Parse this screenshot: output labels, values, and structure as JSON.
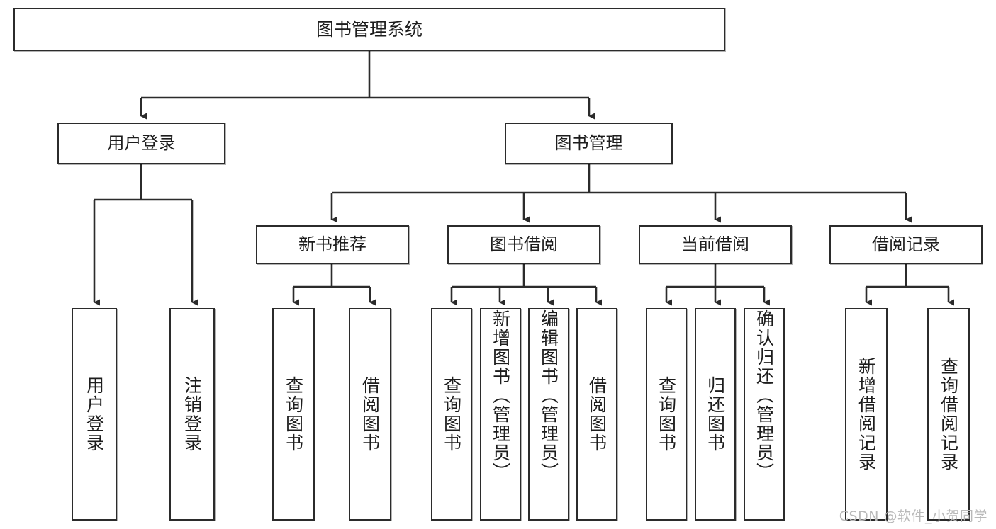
{
  "diagram": {
    "title": "图书管理系统",
    "watermark": "CSDN @软件_小贺同学",
    "colors": {
      "stroke": "#2b2b2b",
      "fill": "#ffffff",
      "text": "#1d1d1d",
      "watermark": "#b9b9b9"
    },
    "levels": {
      "root": {
        "label": "图书管理系统"
      },
      "level2": [
        {
          "id": "user-login",
          "label": "用户登录"
        },
        {
          "id": "book-manage",
          "label": "图书管理"
        }
      ],
      "level3": [
        {
          "id": "new-book-recommend",
          "label": "新书推荐"
        },
        {
          "id": "book-borrow",
          "label": "图书借阅"
        },
        {
          "id": "current-borrow",
          "label": "当前借阅"
        },
        {
          "id": "borrow-record",
          "label": "借阅记录"
        }
      ],
      "leaves": [
        {
          "id": "leaf-user-login",
          "label": "用户登录",
          "parent": "user-login"
        },
        {
          "id": "leaf-logout-login",
          "label": "注销登录",
          "parent": "user-login"
        },
        {
          "id": "leaf-query-book-1",
          "label": "查询图书",
          "parent": "new-book-recommend"
        },
        {
          "id": "leaf-borrow-book-1",
          "label": "借阅图书",
          "parent": "new-book-recommend"
        },
        {
          "id": "leaf-query-book-2",
          "label": "查询图书",
          "parent": "book-borrow"
        },
        {
          "id": "leaf-add-book",
          "label": "新增图书（管理员）",
          "parent": "book-borrow"
        },
        {
          "id": "leaf-edit-book",
          "label": "编辑图书（管理员）",
          "parent": "book-borrow"
        },
        {
          "id": "leaf-borrow-book-2",
          "label": "借阅图书",
          "parent": "book-borrow"
        },
        {
          "id": "leaf-query-book-3",
          "label": "查询图书",
          "parent": "current-borrow"
        },
        {
          "id": "leaf-return-book",
          "label": "归还图书",
          "parent": "current-borrow"
        },
        {
          "id": "leaf-confirm-return",
          "label": "确认归还（管理员）",
          "parent": "current-borrow"
        },
        {
          "id": "leaf-add-record",
          "label": "新增借阅记录",
          "parent": "borrow-record"
        },
        {
          "id": "leaf-query-record",
          "label": "查询借阅记录",
          "parent": "borrow-record"
        }
      ]
    }
  }
}
